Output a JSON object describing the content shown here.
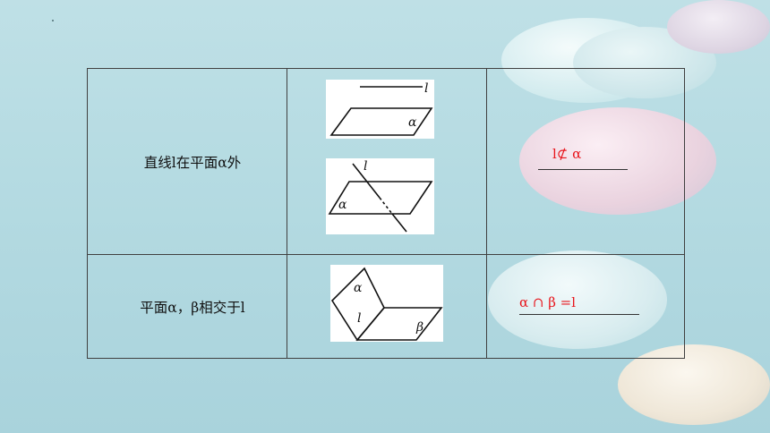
{
  "rows": [
    {
      "label": "直线l在平面α外",
      "figure_top": {
        "line_label": "l",
        "plane_label": "α"
      },
      "figure_bottom": {
        "line_label": "l",
        "plane_label": "α"
      },
      "answer": "l⊄ α"
    },
    {
      "label": "平面α，β相交于l",
      "figure": {
        "plane1_label": "α",
        "plane2_label": "β",
        "line_label": "l"
      },
      "answer": "α ∩ β =l"
    }
  ],
  "colors": {
    "answer": "#e8141b",
    "border": "#404040"
  }
}
